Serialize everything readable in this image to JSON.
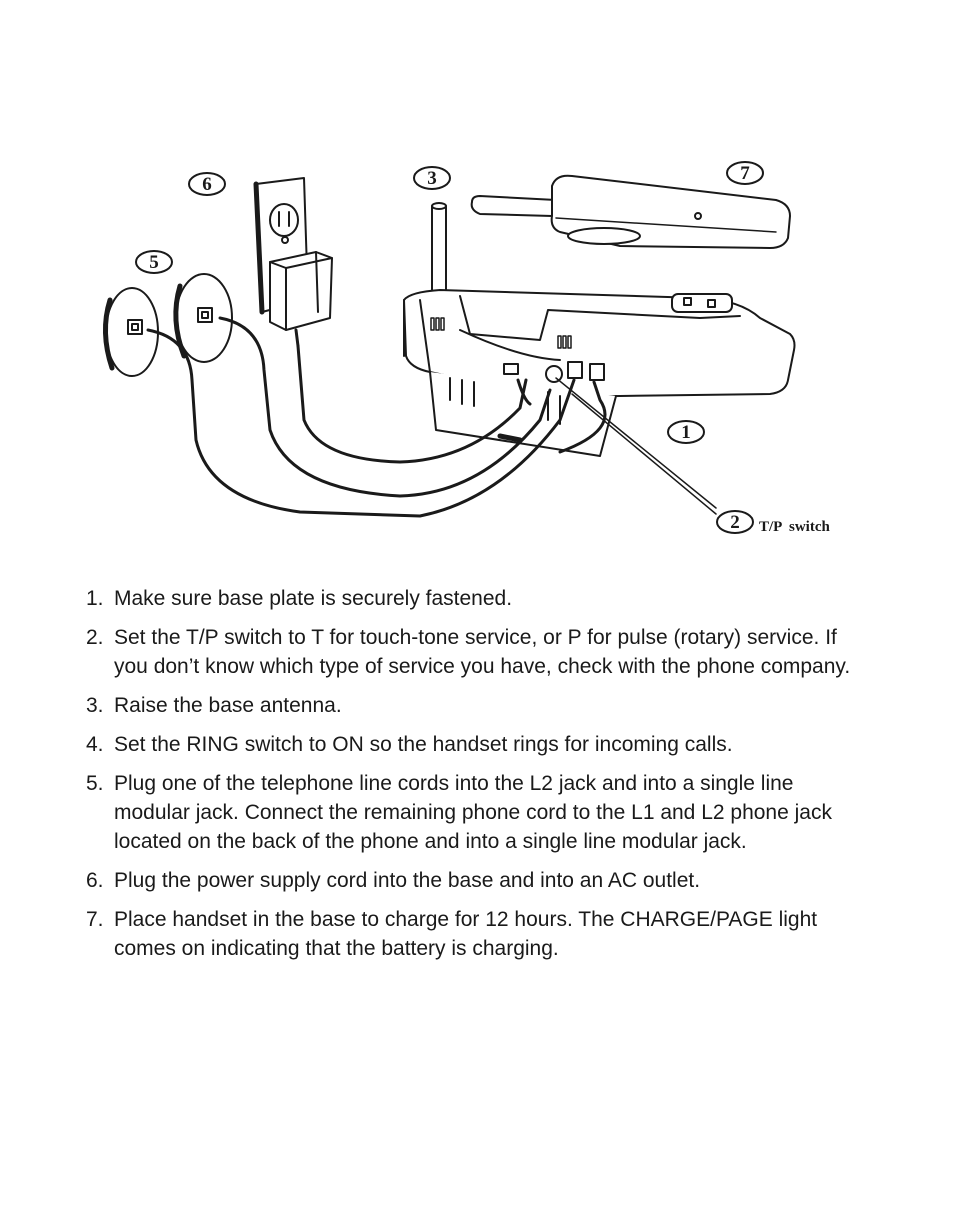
{
  "figure": {
    "callouts": {
      "c1": "1",
      "c2": "2",
      "c3": "3",
      "c5": "5",
      "c6": "6",
      "c7": "7"
    },
    "tp_switch_label": "T/P  switch"
  },
  "steps": [
    {
      "num": "1.",
      "text": "Make sure base plate is securely fastened."
    },
    {
      "num": "2.",
      "text": "Set the T/P switch to T for touch-tone service, or P for pulse (rotary) service. If you don’t know which type of service you have, check with the phone company."
    },
    {
      "num": "3.",
      "text": "Raise the base antenna."
    },
    {
      "num": "4.",
      "text": "Set the RING switch to ON so the handset rings for incoming calls."
    },
    {
      "num": "5.",
      "text": "Plug one of the telephone line cords into the L2 jack and into a single line modular jack. Connect the remaining phone cord to the L1 and L2 phone jack located on the back of the phone and into a single line modular jack."
    },
    {
      "num": "6.",
      "text": "Plug the power supply cord into the base and into an AC outlet."
    },
    {
      "num": "7.",
      "text": "Place handset in the base to charge for 12 hours. The CHARGE/PAGE light comes on indicating that the battery is charging."
    }
  ]
}
